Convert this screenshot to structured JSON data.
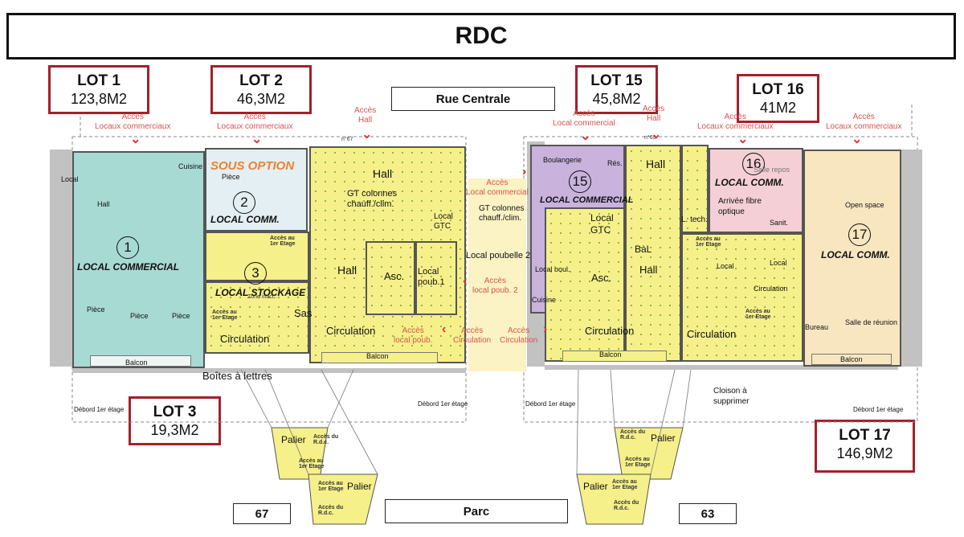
{
  "title": "RDC",
  "lots": [
    {
      "name": "LOT 1",
      "area": "123,8M2"
    },
    {
      "name": "LOT 2",
      "area": "46,3M2"
    },
    {
      "name": "LOT 15",
      "area": "45,8M2"
    },
    {
      "name": "LOT 16",
      "area": "41M2"
    },
    {
      "name": "LOT 3",
      "area": "19,3M2"
    },
    {
      "name": "LOT 17",
      "area": "146,9M2"
    }
  ],
  "streets": {
    "rue": "Rue Centrale",
    "parc": "Parc",
    "n67": "67",
    "n63": "63"
  },
  "access": {
    "locaux_commerciaux": "Accès\nLocaux commerciaux",
    "hall": "Accès\nHall",
    "local_commercial": "Accès\nLocal commercial",
    "circulation": "Accès\nCirculation",
    "local_poub2": "Accès\nlocal poub. 2",
    "local_poub": "Accès\nlocal poub."
  },
  "rooms": {
    "local_commercial": "LOCAL COMMERCIAL",
    "local_comm": "LOCAL COMM.",
    "local_stockage": "LOCAL STOCKAGE",
    "sous_option": "SOUS OPTION",
    "hall": "Hall",
    "asc": "Asc.",
    "local_poub1": "Local\npoub.1",
    "local_poubelle2": "Local poubelle 2",
    "local_gtc": "Local\nGTC",
    "gt_colonnes": "GT colonnes\nchauff./clim.",
    "circulation": "Circulation",
    "sas": "Sas",
    "boites": "Boîtes à lettres",
    "bal": "BàL",
    "arrivee_fibre": "Arrivée fibre\noptique",
    "cloison": "Cloison à\nsupprimer",
    "local_tech": "L. tech.",
    "palier": "Palier",
    "balcon": "Balcon",
    "piece": "Pièce",
    "cuisine": "Cuisine",
    "boulangerie": "Boulangerie",
    "res": "Rés.",
    "local_boul": "Local boul.",
    "open_space": "Open space",
    "bureau": "Bureau",
    "salle_reunion": "Salle de réunion",
    "salle_repos": "Salle repos",
    "local": "Local",
    "sanit": "Sanit.",
    "debord": "Débord 1er étage",
    "acces_1er": "Accès au\n1er Etage",
    "acces_rdc": "Accès du\nR.d.c.",
    "n67": "n°67",
    "n63": "n°63",
    "zone_inac": "Zone inacc."
  },
  "numbers": [
    "1",
    "2",
    "3",
    "15",
    "16",
    "17"
  ],
  "colors": {
    "lot_border": "#a3202a",
    "access": "#d9534f",
    "lot1": "#a8dad4",
    "lot15": "#c9b2dc",
    "lot16": "#f4cfd6",
    "lot17": "#f8e6c0",
    "common": "#f6f08a"
  }
}
